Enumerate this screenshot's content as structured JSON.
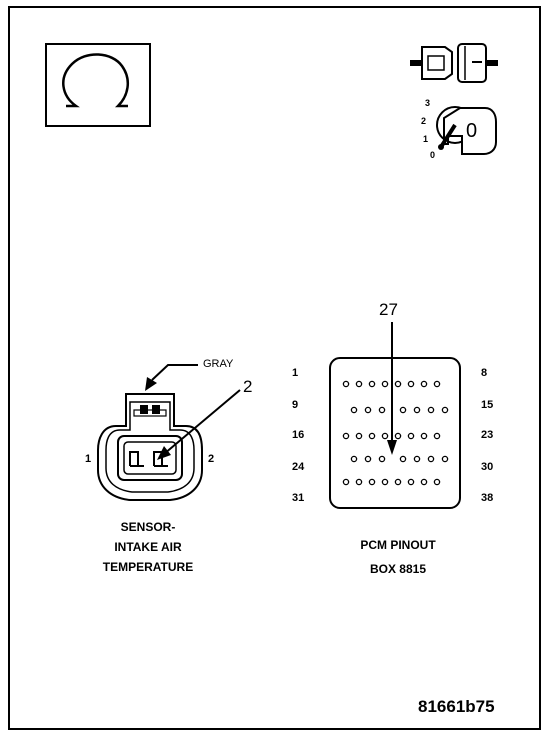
{
  "symbols": {
    "ohm_icon": "ohm-symbol",
    "connector_icon": "disconnected-connector-symbol",
    "ignition_icon": "ignition-key-off-symbol",
    "ignition_positions": [
      "3",
      "2",
      "1",
      "0"
    ],
    "key_label": "0"
  },
  "sensor": {
    "wire_color_label": "GRAY",
    "pin_callout": "2",
    "pin_left": "1",
    "pin_right": "2",
    "caption": [
      "SENSOR-",
      "INTAKE AIR",
      "TEMPERATURE"
    ]
  },
  "pcm": {
    "pin_callout": "27",
    "left_numbers": [
      "1",
      "9",
      "16",
      "24",
      "31"
    ],
    "right_numbers": [
      "8",
      "15",
      "23",
      "30",
      "38"
    ],
    "caption": [
      "PCM PINOUT",
      "BOX 8815"
    ]
  },
  "figure_id": "81661b75"
}
